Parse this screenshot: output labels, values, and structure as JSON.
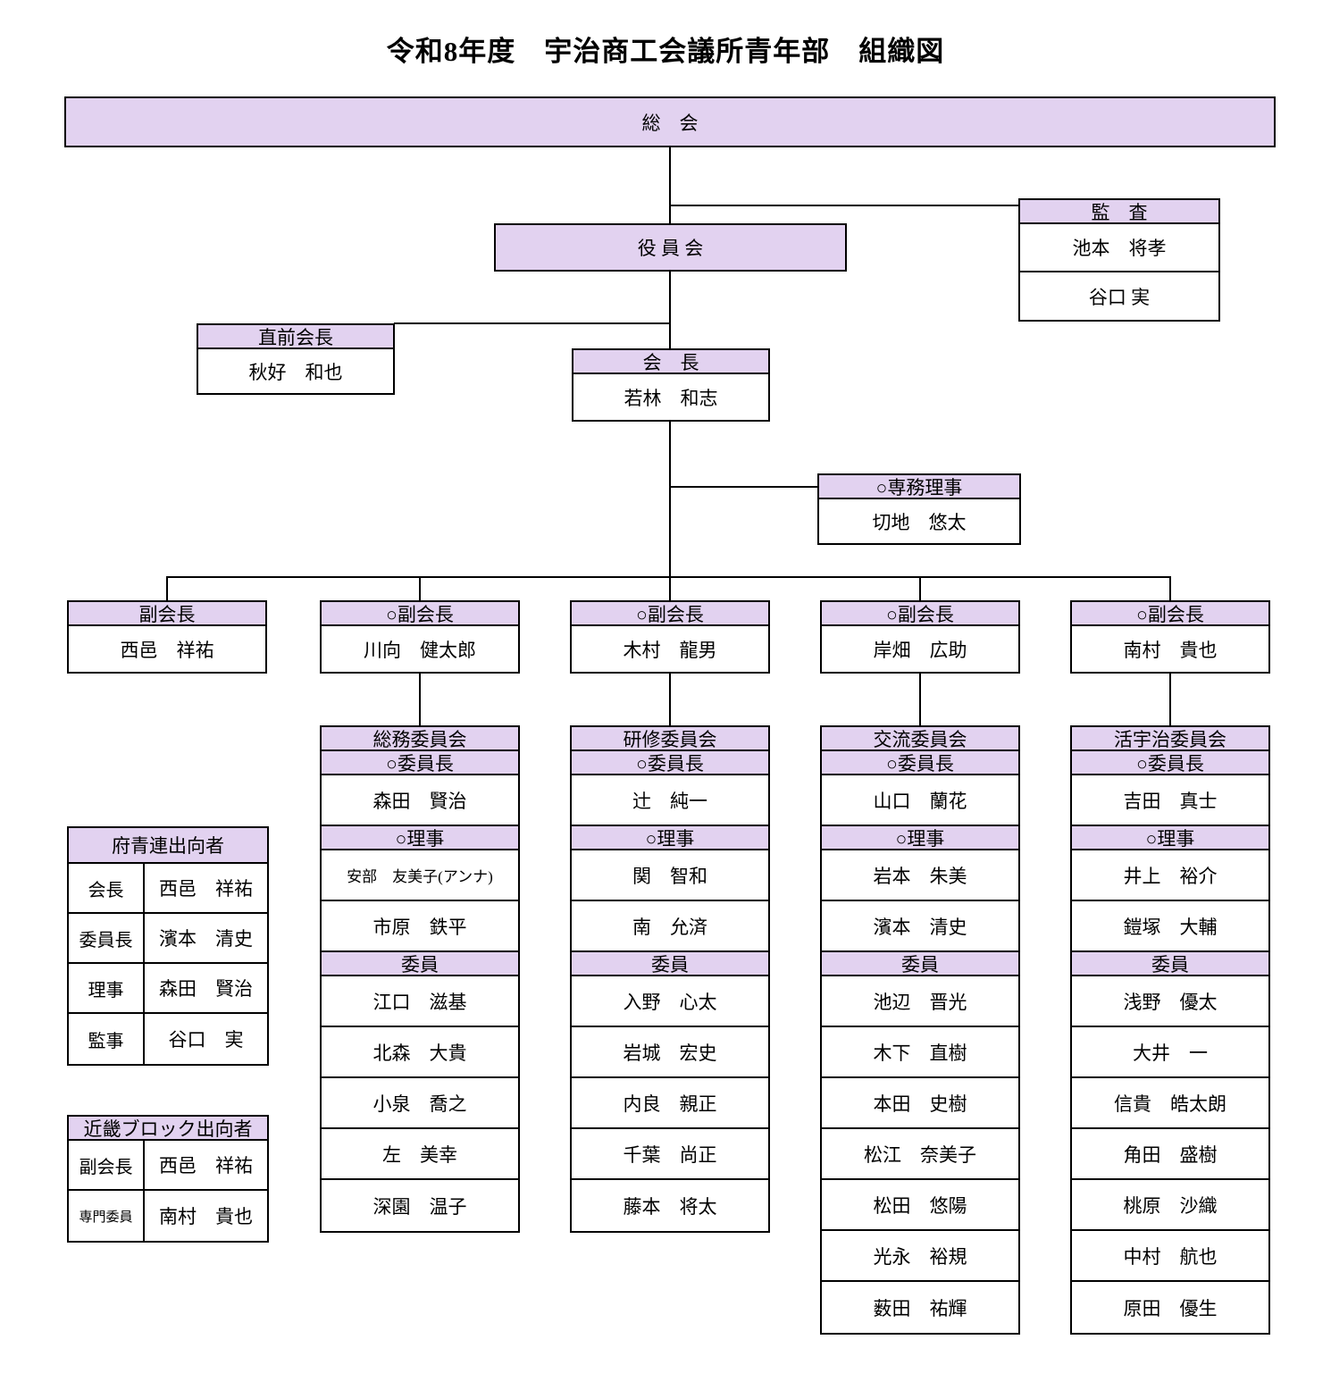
{
  "title": "令和8年度　宇治商工会議所青年部　組織図",
  "general_assembly": {
    "label": "総　会"
  },
  "board": {
    "label": "役 員 会"
  },
  "audit": {
    "header": "監　査",
    "members": [
      "池本　将孝",
      "谷口 実"
    ]
  },
  "previous_president": {
    "header": "直前会長",
    "name": "秋好　和也"
  },
  "president": {
    "header": "会　長",
    "name": "若林　和志"
  },
  "executive_director": {
    "header": "○専務理事",
    "name": "切地　悠太"
  },
  "vice_presidents": [
    {
      "header": "副会長",
      "name": "西邑　祥祐"
    },
    {
      "header": "○副会長",
      "name": "川向　健太郎"
    },
    {
      "header": "○副会長",
      "name": "木村　龍男"
    },
    {
      "header": "○副会長",
      "name": "岸畑　広助"
    },
    {
      "header": "○副会長",
      "name": "南村　貴也"
    }
  ],
  "committees": [
    {
      "title": "総務委員会",
      "chair_header": "○委員長",
      "chair": "森田　賢治",
      "director_header": "○理事",
      "directors": [
        "安部　友美子(アンナ)",
        "市原　鉄平"
      ],
      "member_header": "委員",
      "members": [
        "江口　滋基",
        "北森　大貴",
        "小泉　喬之",
        "左　美幸",
        "深園　温子"
      ]
    },
    {
      "title": "研修委員会",
      "chair_header": "○委員長",
      "chair": "辻　純一",
      "director_header": "○理事",
      "directors": [
        "関　智和",
        "南　允済"
      ],
      "member_header": "委員",
      "members": [
        "入野　心太",
        "岩城　宏史",
        "内良　親正",
        "千葉　尚正",
        "藤本　将太"
      ]
    },
    {
      "title": "交流委員会",
      "chair_header": "○委員長",
      "chair": "山口　蘭花",
      "director_header": "○理事",
      "directors": [
        "岩本　朱美",
        "濱本　清史"
      ],
      "member_header": "委員",
      "members": [
        "池辺　晋光",
        "木下　直樹",
        "本田　史樹",
        "松江　奈美子",
        "松田　悠陽",
        "光永　裕規",
        "薮田　祐輝"
      ]
    },
    {
      "title": "活宇治委員会",
      "chair_header": "○委員長",
      "chair": "吉田　真士",
      "director_header": "○理事",
      "directors": [
        "井上　裕介",
        "鎧塚　大輔"
      ],
      "member_header": "委員",
      "members": [
        "浅野　優太",
        "大井　一",
        "信貴　皓太朗",
        "角田　盛樹",
        "桃原　沙織",
        "中村　航也",
        "原田　優生"
      ]
    }
  ],
  "prefectural_dispatch": {
    "header": "府青連出向者",
    "rows": [
      {
        "role": "会長",
        "name": "西邑　祥祐"
      },
      {
        "role": "委員長",
        "name": "濱本　清史"
      },
      {
        "role": "理事",
        "name": "森田　賢治"
      },
      {
        "role": "監事",
        "name": "谷口　実"
      }
    ]
  },
  "kinki_dispatch": {
    "header": "近畿ブロック出向者",
    "rows": [
      {
        "role": "副会長",
        "name": "西邑　祥祐"
      },
      {
        "role": "専門委員",
        "name": "南村　貴也"
      }
    ]
  },
  "colors": {
    "header_fill": "#E2D2F0",
    "border": "#000000"
  }
}
